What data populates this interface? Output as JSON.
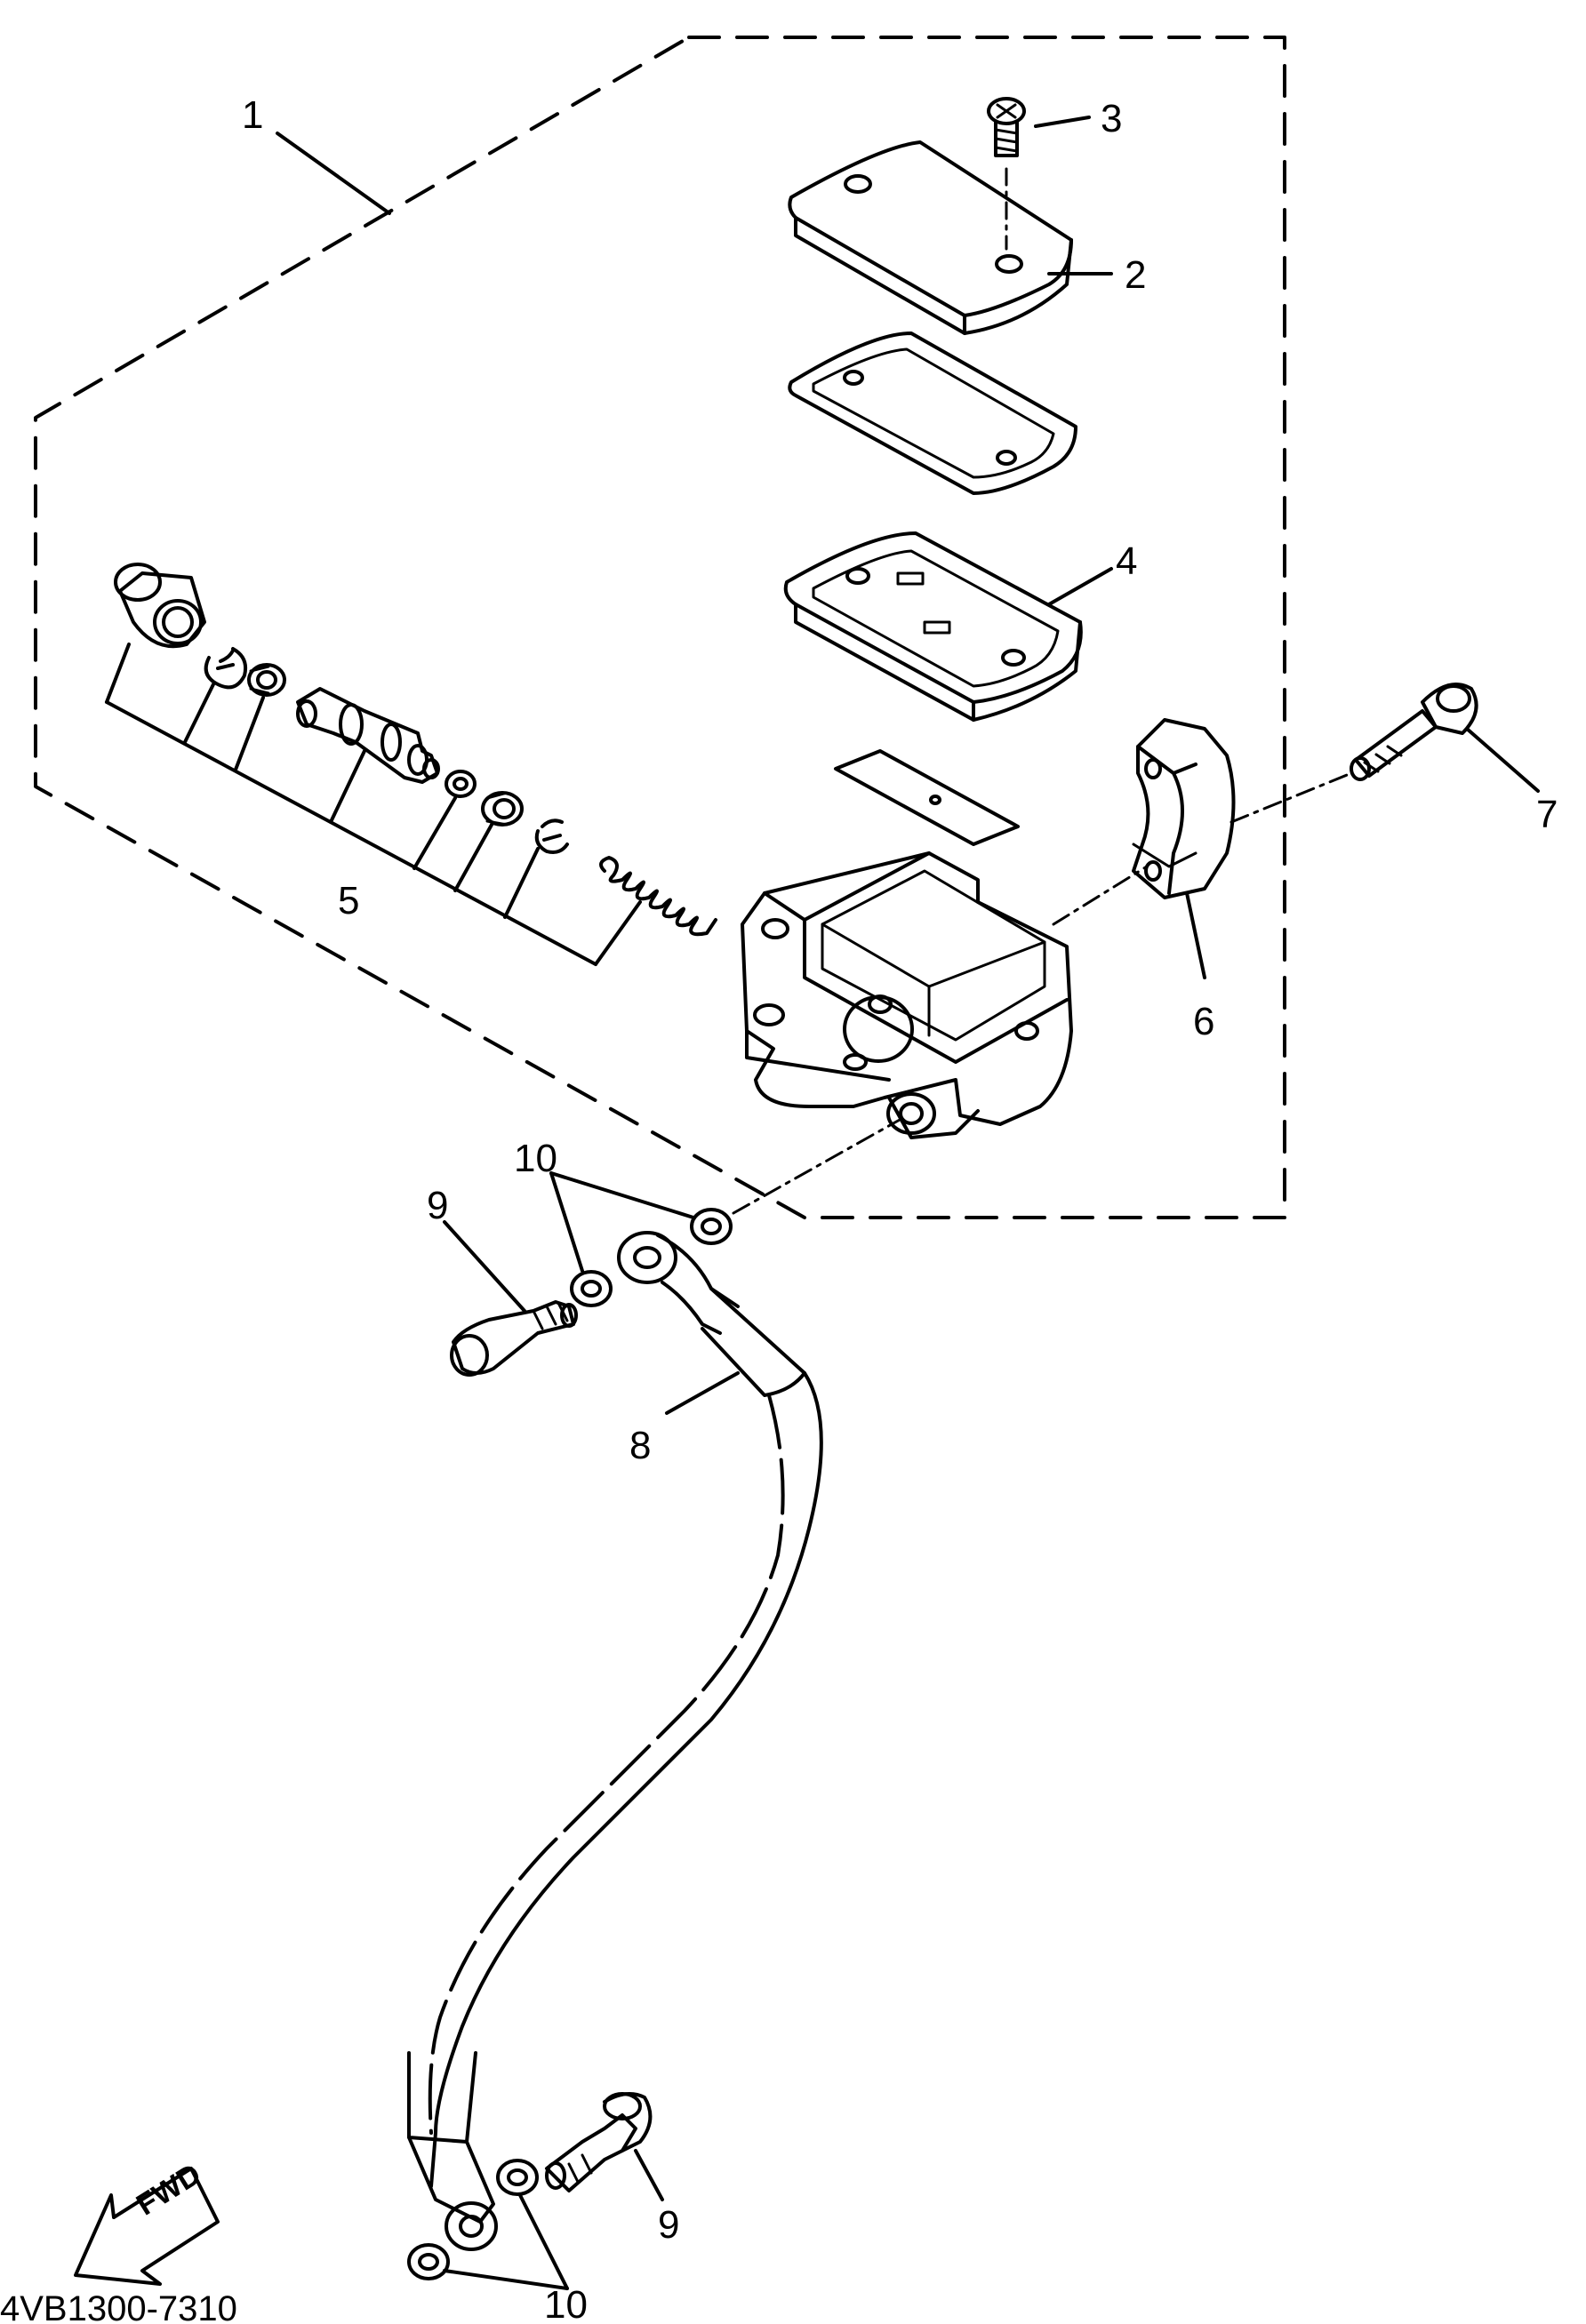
{
  "diagram": {
    "labels": {
      "l1": "1",
      "l2": "2",
      "l3": "3",
      "l4": "4",
      "l5": "5",
      "l6": "6",
      "l7": "7",
      "l8": "8",
      "l9a": "9",
      "l9b": "9",
      "l10a": "10",
      "l10b": "10"
    },
    "fwd_text": "FWD",
    "drawing_code": "4VB1300-7310"
  }
}
